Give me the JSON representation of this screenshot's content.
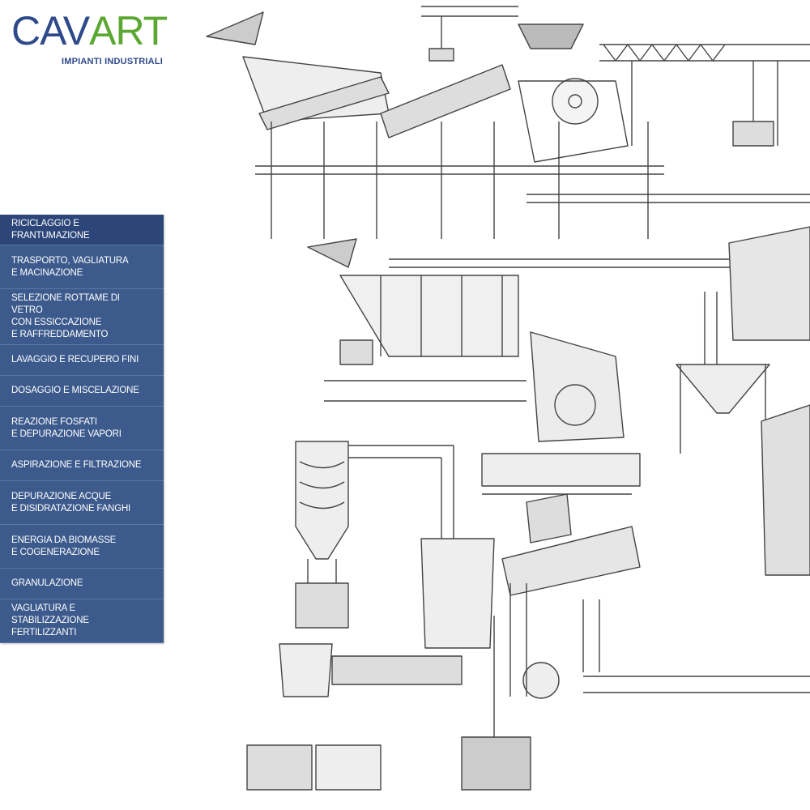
{
  "brand": {
    "logo_left": "CAV",
    "logo_right": "ART",
    "tagline": "IMPIANTI INDUSTRIALI",
    "primary_color": "#2f4a8a",
    "accent_color": "#5aa832"
  },
  "menu": {
    "background": "#3c5a8c",
    "active_background": "#2c4679",
    "items": [
      {
        "label": "RICICLAGGIO E FRANTUMAZIONE",
        "active": true
      },
      {
        "label": "TRASPORTO, VAGLIATURA\nE MACINAZIONE"
      },
      {
        "label": "SELEZIONE ROTTAME DI VETRO\nCON ESSICCAZIONE\nE RAFFREDDAMENTO"
      },
      {
        "label": "LAVAGGIO E RECUPERO FINI"
      },
      {
        "label": "DOSAGGIO E MISCELAZIONE"
      },
      {
        "label": "REAZIONE FOSFATI\nE DEPURAZIONE VAPORI"
      },
      {
        "label": "ASPIRAZIONE E FILTRAZIONE"
      },
      {
        "label": "DEPURAZIONE ACQUE\nE DISIDRATAZIONE FANGHI"
      },
      {
        "label": "ENERGIA DA BIOMASSE\nE COGENERAZIONE"
      },
      {
        "label": "GRANULAZIONE"
      },
      {
        "label": "VAGLIATURA E STABILIZZAZIONE\nFERTILIZZANTI"
      }
    ]
  },
  "illustration": {
    "subject": "industrial-plant-sketch"
  }
}
